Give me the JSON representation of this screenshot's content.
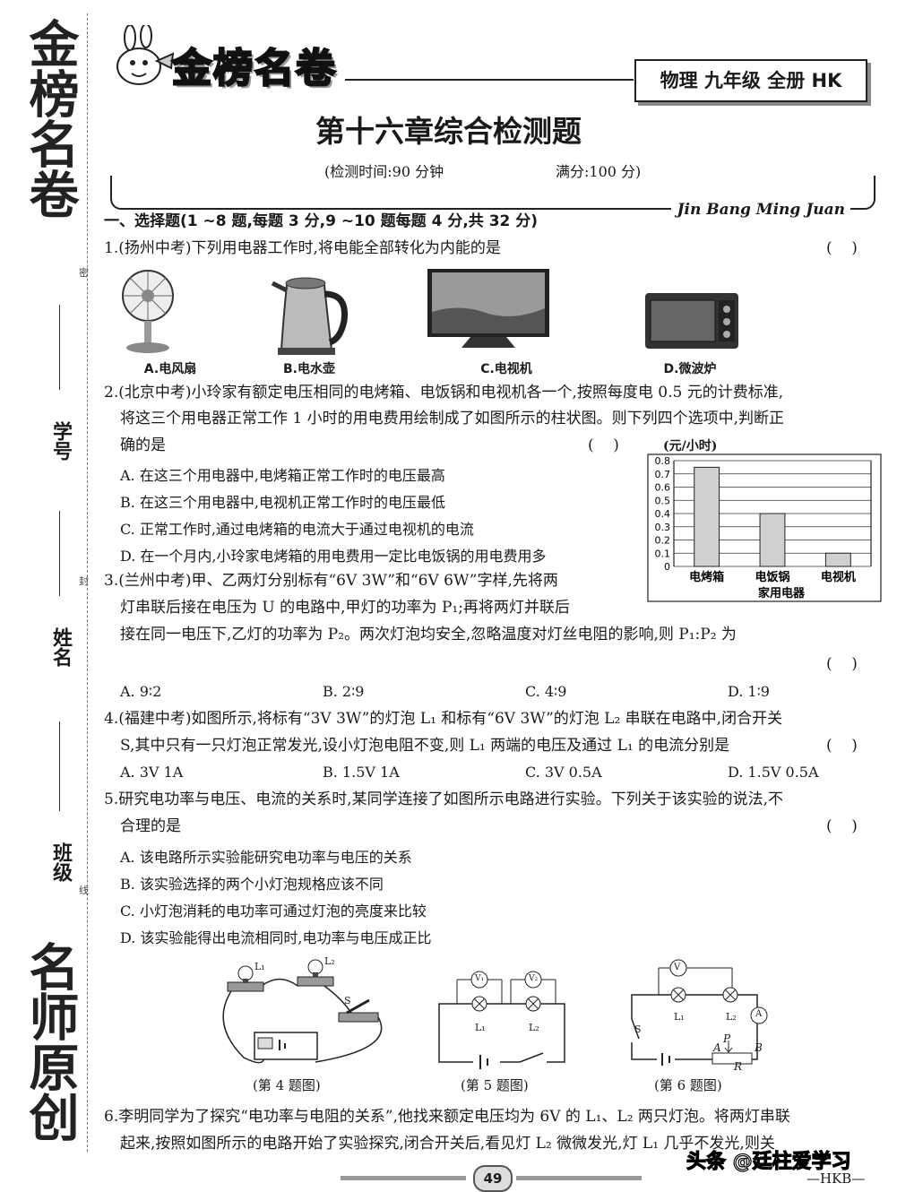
{
  "sidebar": {
    "top_title": "金榜名卷",
    "bottom_title": "名师原创",
    "fields": [
      "学号",
      "姓名",
      "班级"
    ],
    "seal_marks": [
      "密",
      "封",
      "线"
    ]
  },
  "header": {
    "brand": "金榜名卷",
    "grade_box": "物理 九年级 全册 HK",
    "title": "第十六章综合检测题",
    "time": "(检测时间:90 分钟",
    "score": "满分:100 分)",
    "roman": "Jin Bang Ming Juan"
  },
  "section1": "一、选择题(1 ~8 题,每题 3 分,9 ~10 题每题 4 分,共 32 分)",
  "paren_blank": "(    )",
  "q1": {
    "stem": "1.(扬州中考)下列用电器工作时,将电能全部转化为内能的是",
    "options": [
      "A.电风扇",
      "B.电水壶",
      "C.电视机",
      "D.微波炉"
    ]
  },
  "q2": {
    "line1": "2.(北京中考)小玲家有额定电压相同的电烤箱、电饭锅和电视机各一个,按照每度电 0.5 元的计费标准,",
    "line2": "将这三个用电器正常工作 1 小时的用电费用绘制成了如图所示的柱状图。则下列四个选项中,判断正",
    "line3": "确的是",
    "options": [
      "A. 在这三个用电器中,电烤箱正常工作时的电压最高",
      "B. 在这三个用电器中,电视机正常工作时的电压最低",
      "C. 正常工作时,通过电烤箱的电流大于通过电视机的电流",
      "D. 在一个月内,小玲家电烤箱的用电费用一定比电饭锅的用电费用多"
    ]
  },
  "chart_data": {
    "type": "bar",
    "categories": [
      "电烤箱",
      "电饭锅",
      "电视机"
    ],
    "values": [
      0.75,
      0.4,
      0.1
    ],
    "ylabel": "(元/小时)",
    "xlabel": "家用电器",
    "ylim": [
      0,
      0.8
    ],
    "yticks": [
      "0",
      "0.1",
      "0.2",
      "0.3",
      "0.4",
      "0.5",
      "0.6",
      "0.7",
      "0.8"
    ],
    "grid": true,
    "bar_color": "#d0d0d0"
  },
  "q3": {
    "line1": "3.(兰州中考)甲、乙两灯分别标有“6V   3W”和“6V   6W”字样,先将两",
    "line2": "灯串联后接在电压为 U 的电路中,甲灯的功率为 P₁;再将两灯并联后",
    "line3": "接在同一电压下,乙灯的功率为 P₂。两次灯泡均安全,忽略温度对灯丝电阻的影响,则 P₁:P₂ 为",
    "options": [
      "A. 9∶2",
      "B. 2∶9",
      "C. 4∶9",
      "D. 1∶9"
    ]
  },
  "q4": {
    "line1": "4.(福建中考)如图所示,将标有“3V   3W”的灯泡 L₁ 和标有“6V   3W”的灯泡 L₂ 串联在电路中,闭合开关",
    "line2": "S,其中只有一只灯泡正常发光,设小灯泡电阻不变,则 L₁ 两端的电压及通过 L₁ 的电流分别是",
    "options": [
      "A. 3V   1A",
      "B. 1.5V   1A",
      "C. 3V   0.5A",
      "D. 1.5V   0.5A"
    ]
  },
  "q5": {
    "line1": "5.研究电功率与电压、电流的关系时,某同学连接了如图所示电路进行实验。下列关于该实验的说法,不",
    "line2": "合理的是",
    "options": [
      "A. 该电路所示实验能研究电功率与电压的关系",
      "B. 该实验选择的两个小灯泡规格应该不同",
      "C. 小灯泡消耗的电功率可通过灯泡的亮度来比较",
      "D. 该实验能得出电流相同时,电功率与电压成正比"
    ]
  },
  "figures": {
    "fig4": "(第 4 题图)",
    "fig5": "(第 5 题图)",
    "fig6": "(第 6 题图)",
    "labels": {
      "L1": "L₁",
      "L2": "L₂",
      "S": "S",
      "V": "V",
      "V1": "V₁",
      "V2": "V₂",
      "A": "A",
      "P": "P",
      "B": "B",
      "R": "R"
    }
  },
  "q6": {
    "line1": "6.李明同学为了探究“电功率与电阻的关系”,他找来额定电压均为 6V 的 L₁、L₂ 两只灯泡。将两灯串联",
    "line2": "起来,按照如图所示的电路开始了实验探究,闭合开关后,看见灯 L₂ 微微发光,灯 L₁ 几乎不发光,则关"
  },
  "footer": {
    "page": "49",
    "watermark": "头条 @廷柱爱学习",
    "code": "—HKB—"
  }
}
